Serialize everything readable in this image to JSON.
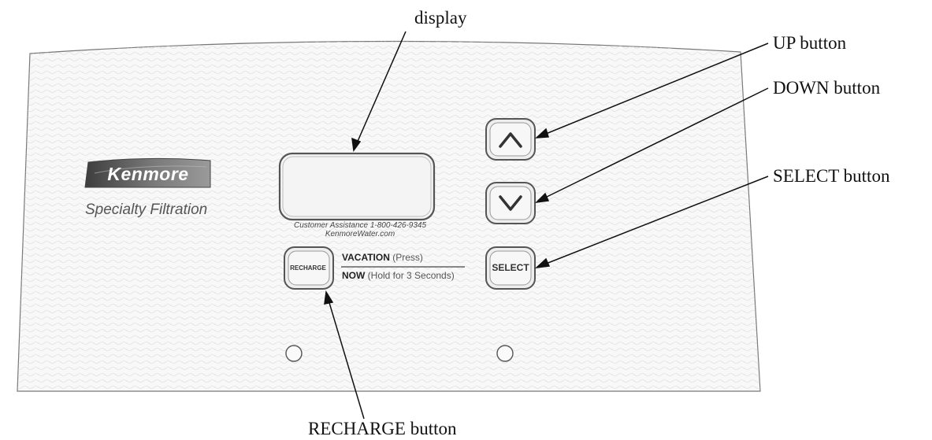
{
  "callouts": {
    "display": "display",
    "up": "UP button",
    "down": "DOWN button",
    "select": "SELECT button",
    "recharge": "RECHARGE button"
  },
  "panel": {
    "brand": "Kenmore",
    "subtitle": "Specialty Filtration",
    "assistance_line1": "Customer Assistance  1-800-426-9345",
    "assistance_line2": "KenmoreWater.com",
    "recharge_label": "RECHARGE",
    "select_label": "SELECT",
    "vacation_label": "VACATION",
    "vacation_note": "(Press)",
    "now_label": "NOW",
    "now_note": "(Hold for 3 Seconds)"
  },
  "icons": {
    "up": "chevron-up-icon",
    "down": "chevron-down-icon"
  },
  "colors": {
    "panel_fill": "#f7f7f7",
    "logo_dark": "#4a4a4a",
    "logo_mid": "#8a8a8a",
    "outline": "#555555"
  }
}
